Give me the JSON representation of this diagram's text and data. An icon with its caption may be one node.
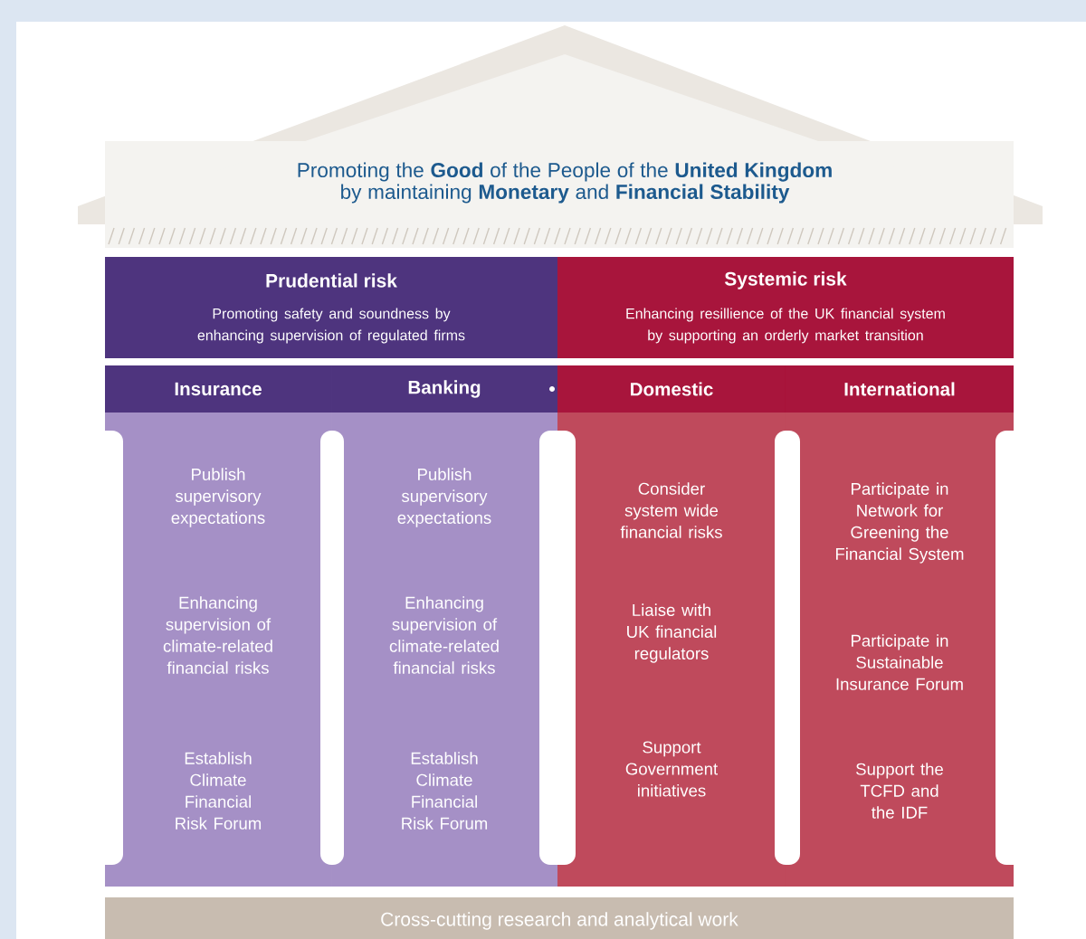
{
  "diagram": {
    "nodes": [
      {
        "text": [
          "Promoting the **Good** of the People of the **United Kingdom** by maintaining **Monetary** and **Financial Stability**"
        ]
      },
      {
        "text": [
          "Prudential risk",
          "Promoting safety and soundness by enhancing supervision of regulated firms"
        ]
      },
      {
        "text": [
          "Systemic risk",
          "Enhancing resillience of the UK financial system by supporting an orderly market transition"
        ]
      },
      {
        "text": [
          "Insurance",
          "Publish supervisory expectations",
          "Enhancing supervision of climate-related financial risks",
          "Establish Climate Financial Risk Forum"
        ]
      },
      {
        "text": [
          "Banking",
          "Publish supervisory expectations",
          "Enhancing supervision of climate-related financial risks",
          "Establish Climate Financial Risk Forum"
        ]
      },
      {
        "text": [
          "Domestic",
          "Consider system wide financial risks",
          "Liaise with UK financial regulators",
          "Support Government initiatives"
        ]
      },
      {
        "text": [
          "International",
          "Participate in Network for Greening the Financial System",
          "Participate in Sustainable Insurance Forum",
          "Support the TCFD and the IDF"
        ]
      },
      {
        "text": [
          "Cross-cutting research and analytical work"
        ]
      }
    ]
  }
}
